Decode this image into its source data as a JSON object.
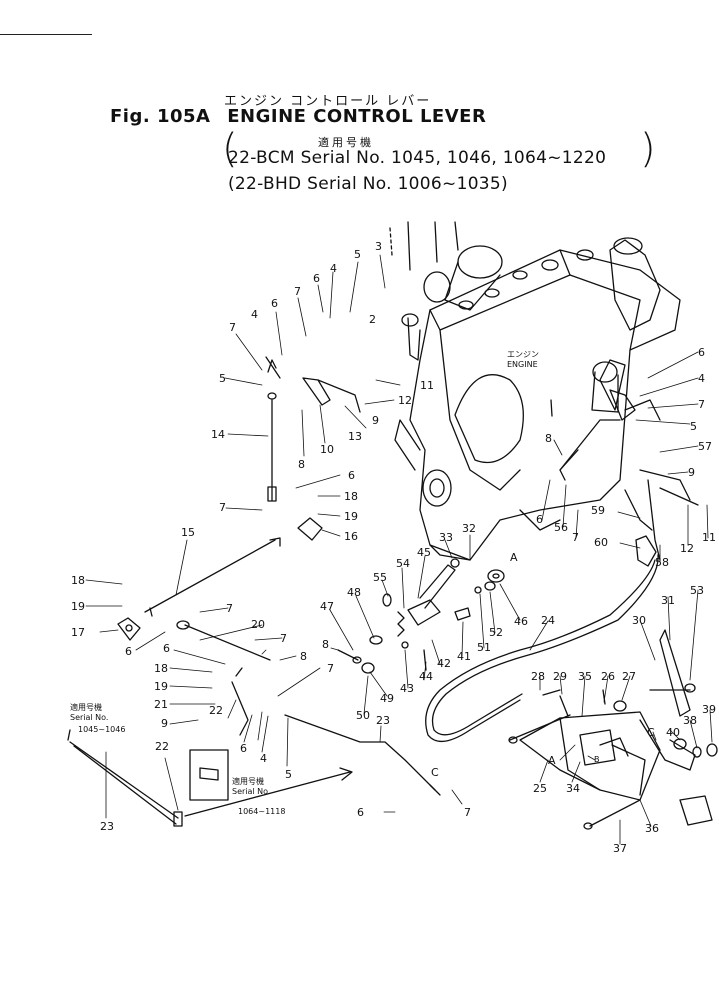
{
  "header": {
    "jp_title": "エンジン コントロール レバー",
    "fig_no": "Fig. 105A",
    "title": "ENGINE CONTROL LEVER",
    "jp_applicable": "適用号機",
    "serial_1": "22-BCM Serial No. 1045, 1046, 1064~1220",
    "serial_2": "(22-BHD Serial No. 1006~1035)"
  },
  "engine_label": {
    "jp": "エンジン",
    "en": "ENGINE"
  },
  "inset_left": {
    "jp": "適用号機",
    "serial_label": "Serial No.",
    "range": "1045~1046",
    "part": "23"
  },
  "inset_center": {
    "jp": "適用号機",
    "serial_label": "Serial No.",
    "range": "1064~1118"
  },
  "callouts": [
    {
      "id": "c3",
      "text": "3"
    },
    {
      "id": "c5a",
      "text": "5"
    },
    {
      "id": "c6a",
      "text": "6"
    },
    {
      "id": "c4a",
      "text": "4"
    },
    {
      "id": "c7a",
      "text": "7"
    },
    {
      "id": "c6b",
      "text": "6"
    },
    {
      "id": "c2",
      "text": "2"
    },
    {
      "id": "c7b",
      "text": "7"
    },
    {
      "id": "c4b",
      "text": "4"
    },
    {
      "id": "c5b",
      "text": "5"
    },
    {
      "id": "c11a",
      "text": "11"
    },
    {
      "id": "c12a",
      "text": "12"
    },
    {
      "id": "c9a",
      "text": "9"
    },
    {
      "id": "c13",
      "text": "13"
    },
    {
      "id": "c10",
      "text": "10"
    },
    {
      "id": "c14",
      "text": "14"
    },
    {
      "id": "c8a",
      "text": "8"
    },
    {
      "id": "c6c",
      "text": "6"
    },
    {
      "id": "c18a",
      "text": "18"
    },
    {
      "id": "c7c",
      "text": "7"
    },
    {
      "id": "c19a",
      "text": "19"
    },
    {
      "id": "c16",
      "text": "16"
    },
    {
      "id": "c15",
      "text": "15"
    },
    {
      "id": "c18b",
      "text": "18"
    },
    {
      "id": "c19b",
      "text": "19"
    },
    {
      "id": "c17",
      "text": "17"
    },
    {
      "id": "c7d",
      "text": "7"
    },
    {
      "id": "c20",
      "text": "20"
    },
    {
      "id": "c6d",
      "text": "6"
    },
    {
      "id": "c7e",
      "text": "7"
    },
    {
      "id": "c6e",
      "text": "6"
    },
    {
      "id": "c8b",
      "text": "8"
    },
    {
      "id": "c18c",
      "text": "18"
    },
    {
      "id": "c19c",
      "text": "19"
    },
    {
      "id": "c21",
      "text": "21"
    },
    {
      "id": "c9b",
      "text": "9"
    },
    {
      "id": "c22a",
      "text": "22"
    },
    {
      "id": "c6f",
      "text": "6"
    },
    {
      "id": "c4c",
      "text": "4"
    },
    {
      "id": "c5c",
      "text": "5"
    },
    {
      "id": "c7f",
      "text": "7"
    },
    {
      "id": "c22b",
      "text": "22"
    },
    {
      "id": "c23",
      "text": "23"
    },
    {
      "id": "cC1",
      "text": "C"
    },
    {
      "id": "c7g",
      "text": "7"
    },
    {
      "id": "c6g",
      "text": "6"
    },
    {
      "id": "c32",
      "text": "32"
    },
    {
      "id": "c33",
      "text": "33"
    },
    {
      "id": "c45",
      "text": "45"
    },
    {
      "id": "c54",
      "text": "54"
    },
    {
      "id": "c55",
      "text": "55"
    },
    {
      "id": "cA1",
      "text": "A"
    },
    {
      "id": "c47",
      "text": "47"
    },
    {
      "id": "c48",
      "text": "48"
    },
    {
      "id": "c8c",
      "text": "8"
    },
    {
      "id": "c49",
      "text": "49"
    },
    {
      "id": "c50",
      "text": "50"
    },
    {
      "id": "c43",
      "text": "43"
    },
    {
      "id": "c44",
      "text": "44"
    },
    {
      "id": "c42",
      "text": "42"
    },
    {
      "id": "c41",
      "text": "41"
    },
    {
      "id": "c51",
      "text": "51"
    },
    {
      "id": "c52",
      "text": "52"
    },
    {
      "id": "c46",
      "text": "46"
    },
    {
      "id": "c24",
      "text": "24"
    },
    {
      "id": "c8d",
      "text": "8"
    },
    {
      "id": "c6h",
      "text": "6"
    },
    {
      "id": "c56",
      "text": "56"
    },
    {
      "id": "c7h",
      "text": "7"
    },
    {
      "id": "c6i",
      "text": "6"
    },
    {
      "id": "c4d",
      "text": "4"
    },
    {
      "id": "c7i",
      "text": "7"
    },
    {
      "id": "c5d",
      "text": "5"
    },
    {
      "id": "c57",
      "text": "57"
    },
    {
      "id": "c9c",
      "text": "9"
    },
    {
      "id": "c59",
      "text": "59"
    },
    {
      "id": "c60",
      "text": "60"
    },
    {
      "id": "c58",
      "text": "58"
    },
    {
      "id": "c12b",
      "text": "12"
    },
    {
      "id": "c11b",
      "text": "11"
    },
    {
      "id": "c31",
      "text": "31"
    },
    {
      "id": "c53",
      "text": "53"
    },
    {
      "id": "c30",
      "text": "30"
    },
    {
      "id": "c28",
      "text": "28"
    },
    {
      "id": "c29",
      "text": "29"
    },
    {
      "id": "c35",
      "text": "35"
    },
    {
      "id": "c26",
      "text": "26"
    },
    {
      "id": "c27",
      "text": "27"
    },
    {
      "id": "cC2",
      "text": "C"
    },
    {
      "id": "c40",
      "text": "40"
    },
    {
      "id": "c38",
      "text": "38"
    },
    {
      "id": "c39",
      "text": "39"
    },
    {
      "id": "cA2",
      "text": "A"
    },
    {
      "id": "cB",
      "text": "B"
    },
    {
      "id": "c25",
      "text": "25"
    },
    {
      "id": "c34",
      "text": "34"
    },
    {
      "id": "c36",
      "text": "36"
    },
    {
      "id": "c37",
      "text": "37"
    }
  ]
}
